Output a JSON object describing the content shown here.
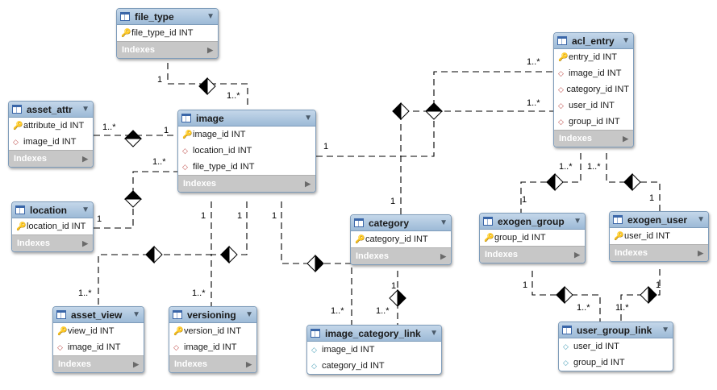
{
  "tables": {
    "file_type": {
      "name": "file_type",
      "columns": [
        "file_type_id INT"
      ],
      "indexes": "Indexes"
    },
    "asset_attr": {
      "name": "asset_attr",
      "columns": [
        "attribute_id INT",
        "image_id INT"
      ],
      "indexes": "Indexes"
    },
    "image": {
      "name": "image",
      "columns": [
        "image_id INT",
        "location_id INT",
        "file_type_id INT"
      ],
      "indexes": "Indexes"
    },
    "location": {
      "name": "location",
      "columns": [
        "location_id INT"
      ],
      "indexes": "Indexes"
    },
    "asset_view": {
      "name": "asset_view",
      "columns": [
        "view_id INT",
        "image_id INT"
      ],
      "indexes": "Indexes"
    },
    "versioning": {
      "name": "versioning",
      "columns": [
        "version_id INT",
        "image_id INT"
      ],
      "indexes": "Indexes"
    },
    "category": {
      "name": "category",
      "columns": [
        "category_id INT"
      ],
      "indexes": "Indexes"
    },
    "image_category_link": {
      "name": "image_category_link",
      "columns": [
        "image_id INT",
        "category_id INT"
      ]
    },
    "acl_entry": {
      "name": "acl_entry",
      "columns": [
        "entry_id INT",
        "image_id INT",
        "category_id INT",
        "user_id INT",
        "group_id INT"
      ],
      "indexes": "Indexes"
    },
    "exogen_group": {
      "name": "exogen_group",
      "columns": [
        "group_id INT"
      ],
      "indexes": "Indexes"
    },
    "exogen_user": {
      "name": "exogen_user",
      "columns": [
        "user_id INT"
      ],
      "indexes": "Indexes"
    },
    "user_group_link": {
      "name": "user_group_link",
      "columns": [
        "user_id INT",
        "group_id INT"
      ]
    }
  },
  "cardinality": {
    "one": "1",
    "many": "1..*"
  },
  "colors": {
    "header": "#9dbad7",
    "border": "#7e9cba",
    "indexes_bar": "#c7c7c7",
    "key": "#e0b300",
    "fk": "#c0504d"
  },
  "icons": {
    "table": "table-icon",
    "primary_key": "key-icon",
    "foreign_key": "diamond-icon",
    "index": "diamond-outline-icon",
    "collapse": "triangle-down-icon",
    "expand": "triangle-right-icon"
  }
}
